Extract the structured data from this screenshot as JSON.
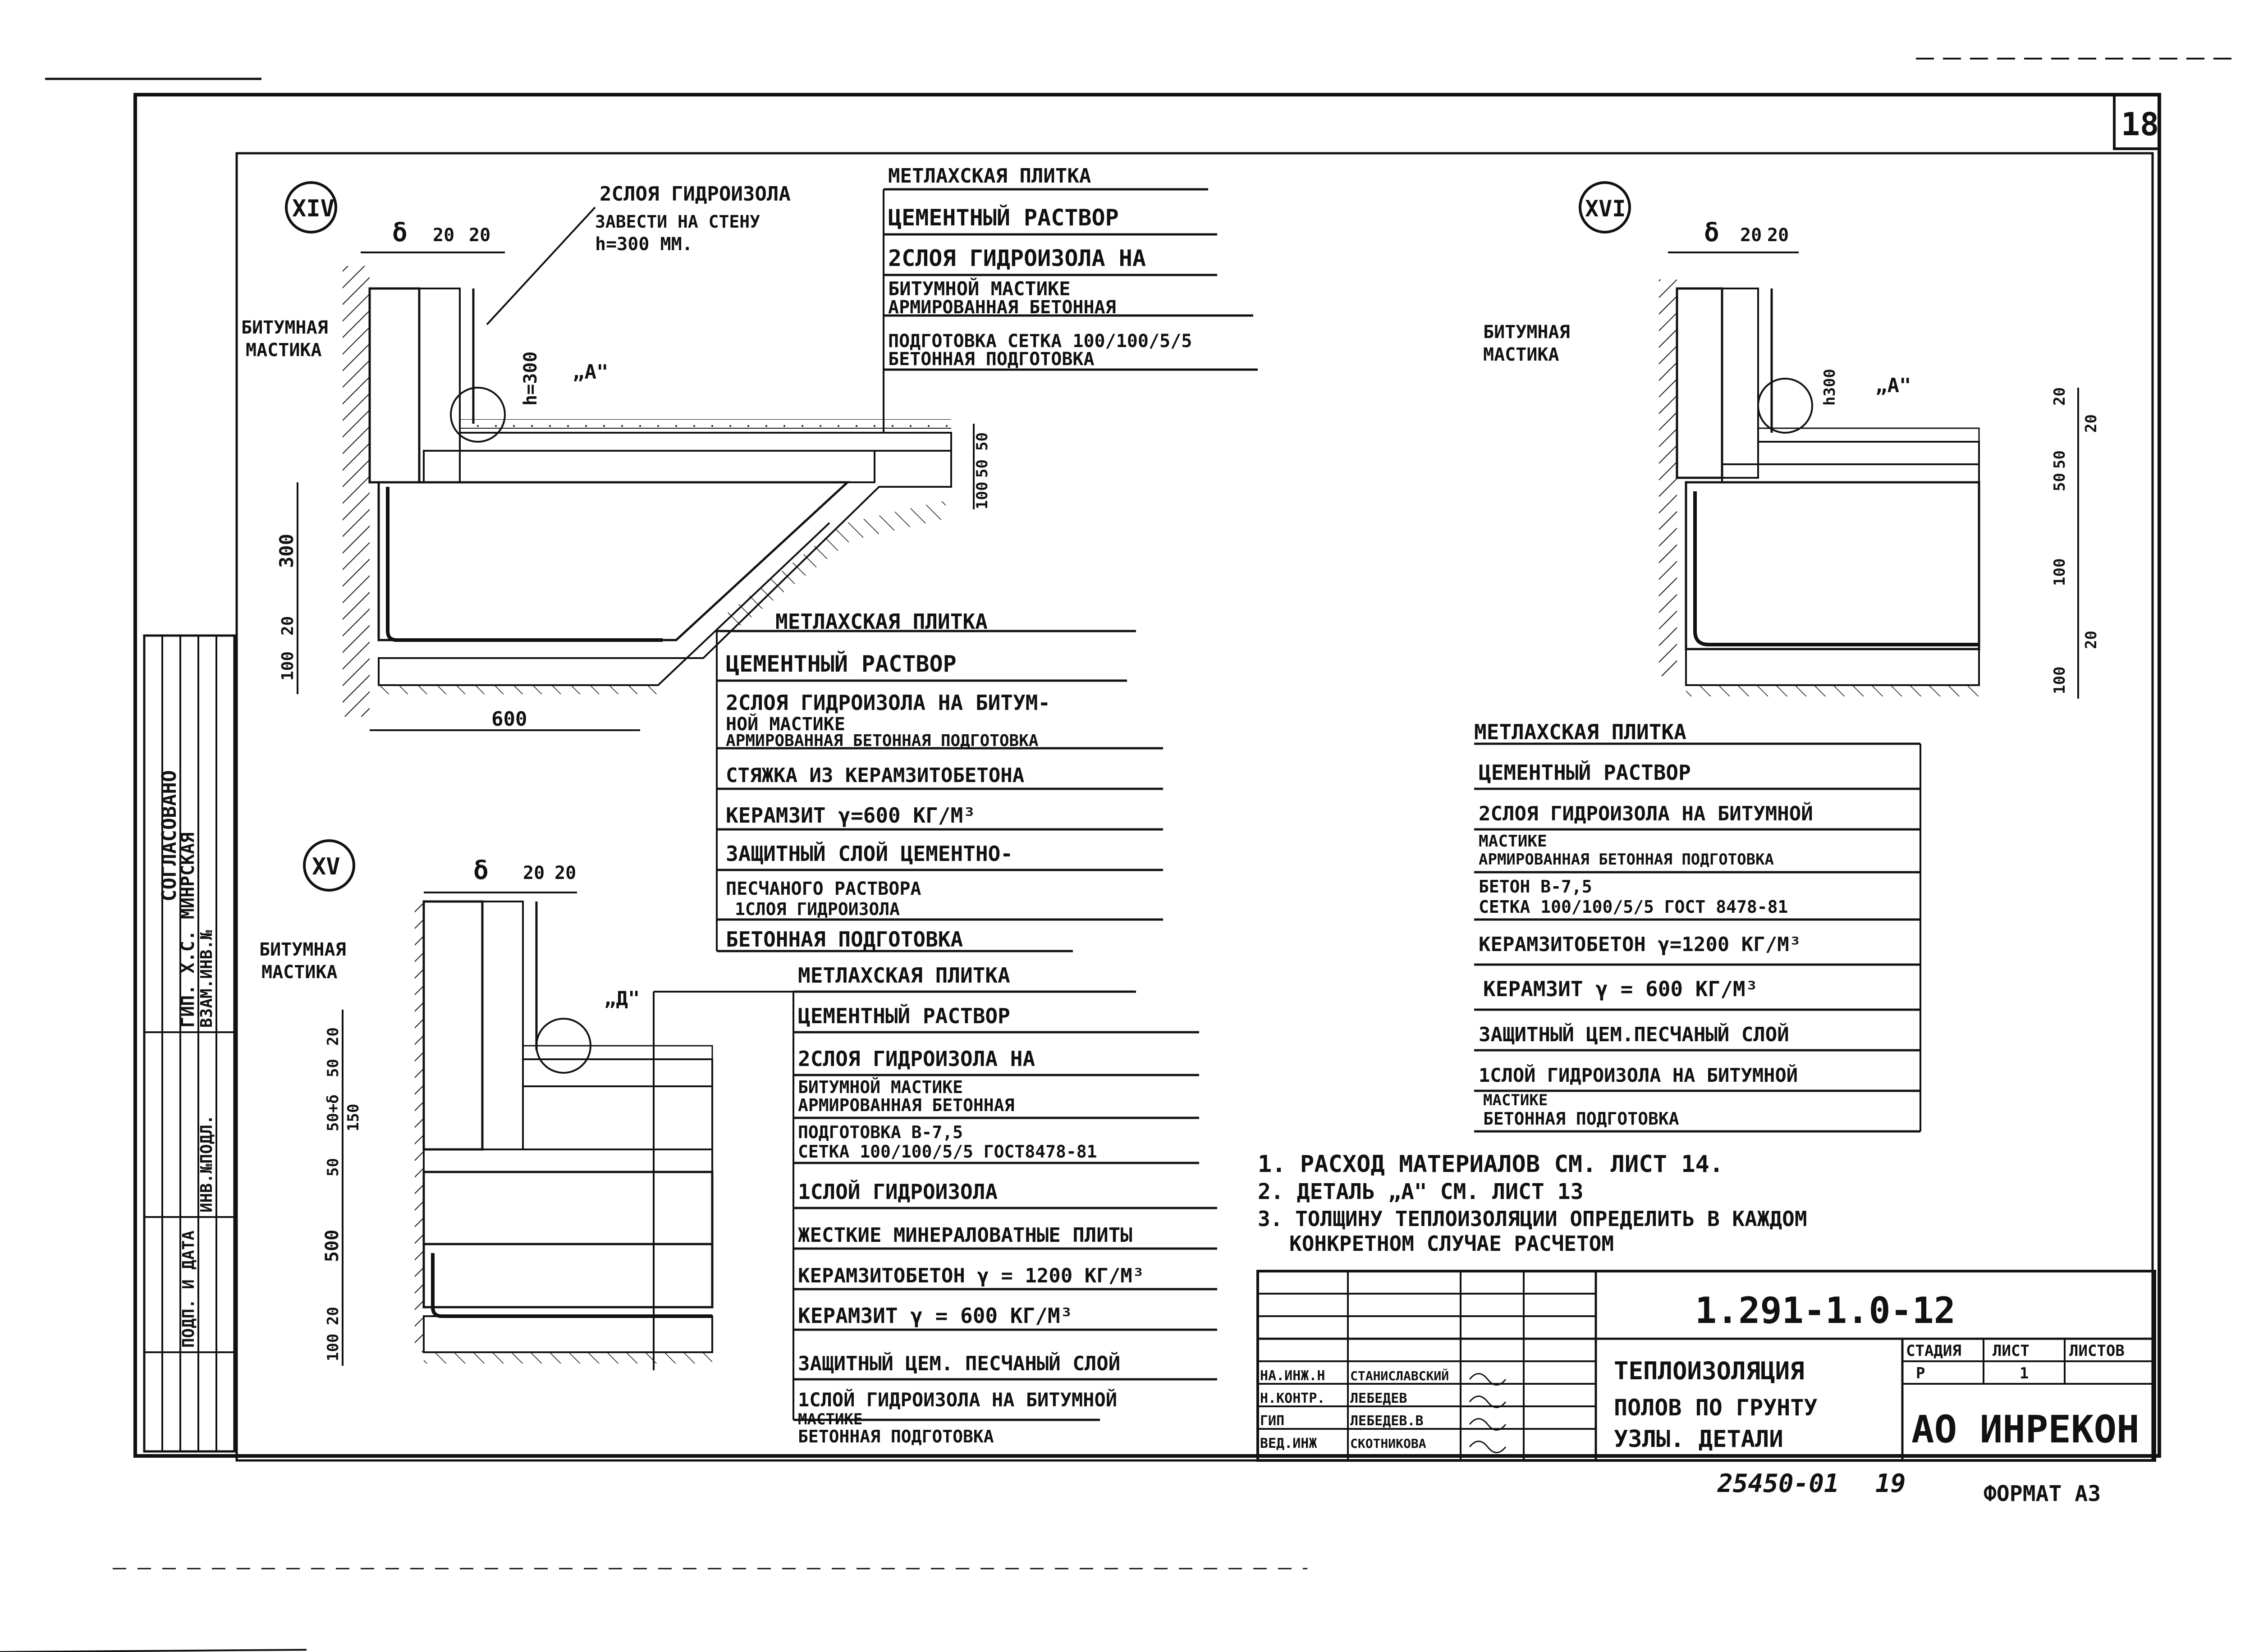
{
  "sheet_number": "18",
  "details": {
    "xiv": {
      "marker": "XIV",
      "top_note_1": "2СЛОЯ ГИДРОИЗОЛА",
      "top_note_2": "ЗАВЕСТИ НА СТЕНУ",
      "top_note_3": "h=300 ММ.",
      "dim_top": [
        "δ",
        "20",
        "20"
      ],
      "dim_h": "h=300",
      "dim_left": [
        "300",
        "20",
        "100"
      ],
      "dim_right": [
        "50",
        "50",
        "100"
      ],
      "dim_bottom": "600",
      "mastic": [
        "БИТУМНАЯ",
        "МАСТИКА"
      ],
      "callout_a": "„А\"",
      "table_upper": [
        "МЕТЛАХСКАЯ ПЛИТКА",
        "ЦЕМЕНТНЫЙ РАСТВОР",
        "2СЛОЯ ГИДРОИЗОЛА НА",
        "БИТУМНОЙ МАСТИКЕ",
        "АРМИРОВАННАЯ БЕТОННАЯ",
        "ПОДГОТОВКА СЕТКА 100/100/5/5",
        "БЕТОННАЯ ПОДГОТОВКА"
      ],
      "table_lower": [
        "МЕТЛАХСКАЯ ПЛИТКА",
        "ЦЕМЕНТНЫЙ РАСТВОР",
        "2СЛОЯ ГИДРОИЗОЛА НА БИТУМ-",
        "НОЙ МАСТИКЕ",
        "АРМИРОВАННАЯ БЕТОННАЯ ПОДГОТОВКА",
        "СТЯЖКА ИЗ КЕРАМЗИТОБЕТОНА",
        "КЕРАМЗИТ γ=600 КГ/М³",
        "ЗАЩИТНЫЙ СЛОЙ ЦЕМЕНТНО-",
        "ПЕСЧАНОГО РАСТВОРА",
        "1СЛОЯ ГИДРОИЗОЛА",
        "БЕТОННАЯ ПОДГОТОВКА"
      ]
    },
    "xv": {
      "marker": "XV",
      "dim_top": [
        "δ",
        "20",
        "20"
      ],
      "mastic": [
        "БИТУМНАЯ",
        "МАСТИКА"
      ],
      "callout_a": "„Д\"",
      "dim_left": [
        "20",
        "50",
        "50+δ",
        "150",
        "50",
        "500",
        "20",
        "100"
      ],
      "table": [
        "МЕТЛАХСКАЯ ПЛИТКА",
        "ЦЕМЕНТНЫЙ РАСТВОР",
        "2СЛОЯ ГИДРОИЗОЛА НА",
        "БИТУМНОЙ МАСТИКЕ",
        "АРМИРОВАННАЯ БЕТОННАЯ",
        "ПОДГОТОВКА В-7,5",
        "СЕТКА 100/100/5/5 ГОСТ8478-81",
        "1СЛОЙ ГИДРОИЗОЛА",
        "ЖЕСТКИЕ МИНЕРАЛОВАТНЫЕ ПЛИТЫ",
        "КЕРАМЗИТОБЕТОН γ = 1200 КГ/М³",
        "КЕРАМЗИТ γ = 600 КГ/М³",
        "ЗАЩИТНЫЙ ЦЕМ. ПЕСЧАНЫЙ СЛОЙ",
        "1СЛОЙ ГИДРОИЗОЛА НА БИТУМНОЙ",
        "МАСТИКЕ",
        "БЕТОННАЯ ПОДГОТОВКА"
      ]
    },
    "xvi": {
      "marker": "XVI",
      "dim_top": [
        "δ",
        "20",
        "20"
      ],
      "mastic": [
        "БИТУМНАЯ",
        "МАСТИКА"
      ],
      "callout_a": "„А\"",
      "dim_h": "h300",
      "dim_right": [
        "20",
        "50",
        "50",
        "20",
        "100",
        "20",
        "100"
      ],
      "table": [
        "МЕТЛАХСКАЯ ПЛИТКА",
        "ЦЕМЕНТНЫЙ РАСТВОР",
        "2СЛОЯ ГИДРОИЗОЛА НА БИТУМНОЙ",
        "МАСТИКЕ",
        "АРМИРОВАННАЯ БЕТОННАЯ ПОДГОТОВКА",
        "БЕТОН В-7,5",
        "СЕТКА 100/100/5/5 ГОСТ 8478-81",
        "КЕРАМЗИТОБЕТОН γ=1200 КГ/М³",
        "КЕРАМЗИТ γ = 600 КГ/М³",
        "ЗАЩИТНЫЙ ЦЕМ.ПЕСЧАНЫЙ СЛОЙ",
        "1СЛОЙ ГИДРОИЗОЛА НА БИТУМНОЙ",
        "МАСТИКЕ",
        "БЕТОННАЯ ПОДГОТОВКА"
      ]
    }
  },
  "notes": [
    "1. РАСХОД МАТЕРИАЛОВ СМ. ЛИСТ 14.",
    "2. ДЕТАЛЬ „А\" СМ. ЛИСТ 13",
    "3. ТОЛЩИНУ ТЕПЛОИЗОЛЯЦИИ ОПРЕДЕЛИТЬ В КАЖДОМ",
    "КОНКРЕТНОМ СЛУЧАЕ РАСЧЕТОМ"
  ],
  "side_stamp": {
    "labels": [
      "СОГЛАСОВАНО",
      "ГИП. Х.С. МИНРСКАЯ",
      "ИНВ.№ПОДЛ.",
      "ПОДП. И ДАТА",
      "ВЗАМ.ИНВ.№"
    ]
  },
  "title_block": {
    "doc_code": "1.291-1.0-12",
    "title": [
      "ТЕПЛОИЗОЛЯЦИЯ",
      "ПОЛОВ ПО ГРУНТУ",
      "УЗЛЫ. ДЕТАЛИ"
    ],
    "org": "АО ИНРЕКОН",
    "stage_hdr": [
      "СТАДИЯ",
      "ЛИСТ",
      "ЛИСТОВ"
    ],
    "stage_vals": [
      "Р",
      "1",
      ""
    ],
    "staff": [
      {
        "role": "НА.ИНЖ.Н",
        "name": "СТАНИСЛАВСКИЙ"
      },
      {
        "role": "Н.КОНТР.",
        "name": "ЛЕБЕДЕВ"
      },
      {
        "role": "ГИП",
        "name": "ЛЕБЕДЕВ.В"
      },
      {
        "role": "ВЕД.ИНЖ",
        "name": "СКОТНИКОВА"
      }
    ],
    "bottom_code": "25450-01",
    "bottom_num": "19",
    "format": "ФОРМАТ А3"
  }
}
